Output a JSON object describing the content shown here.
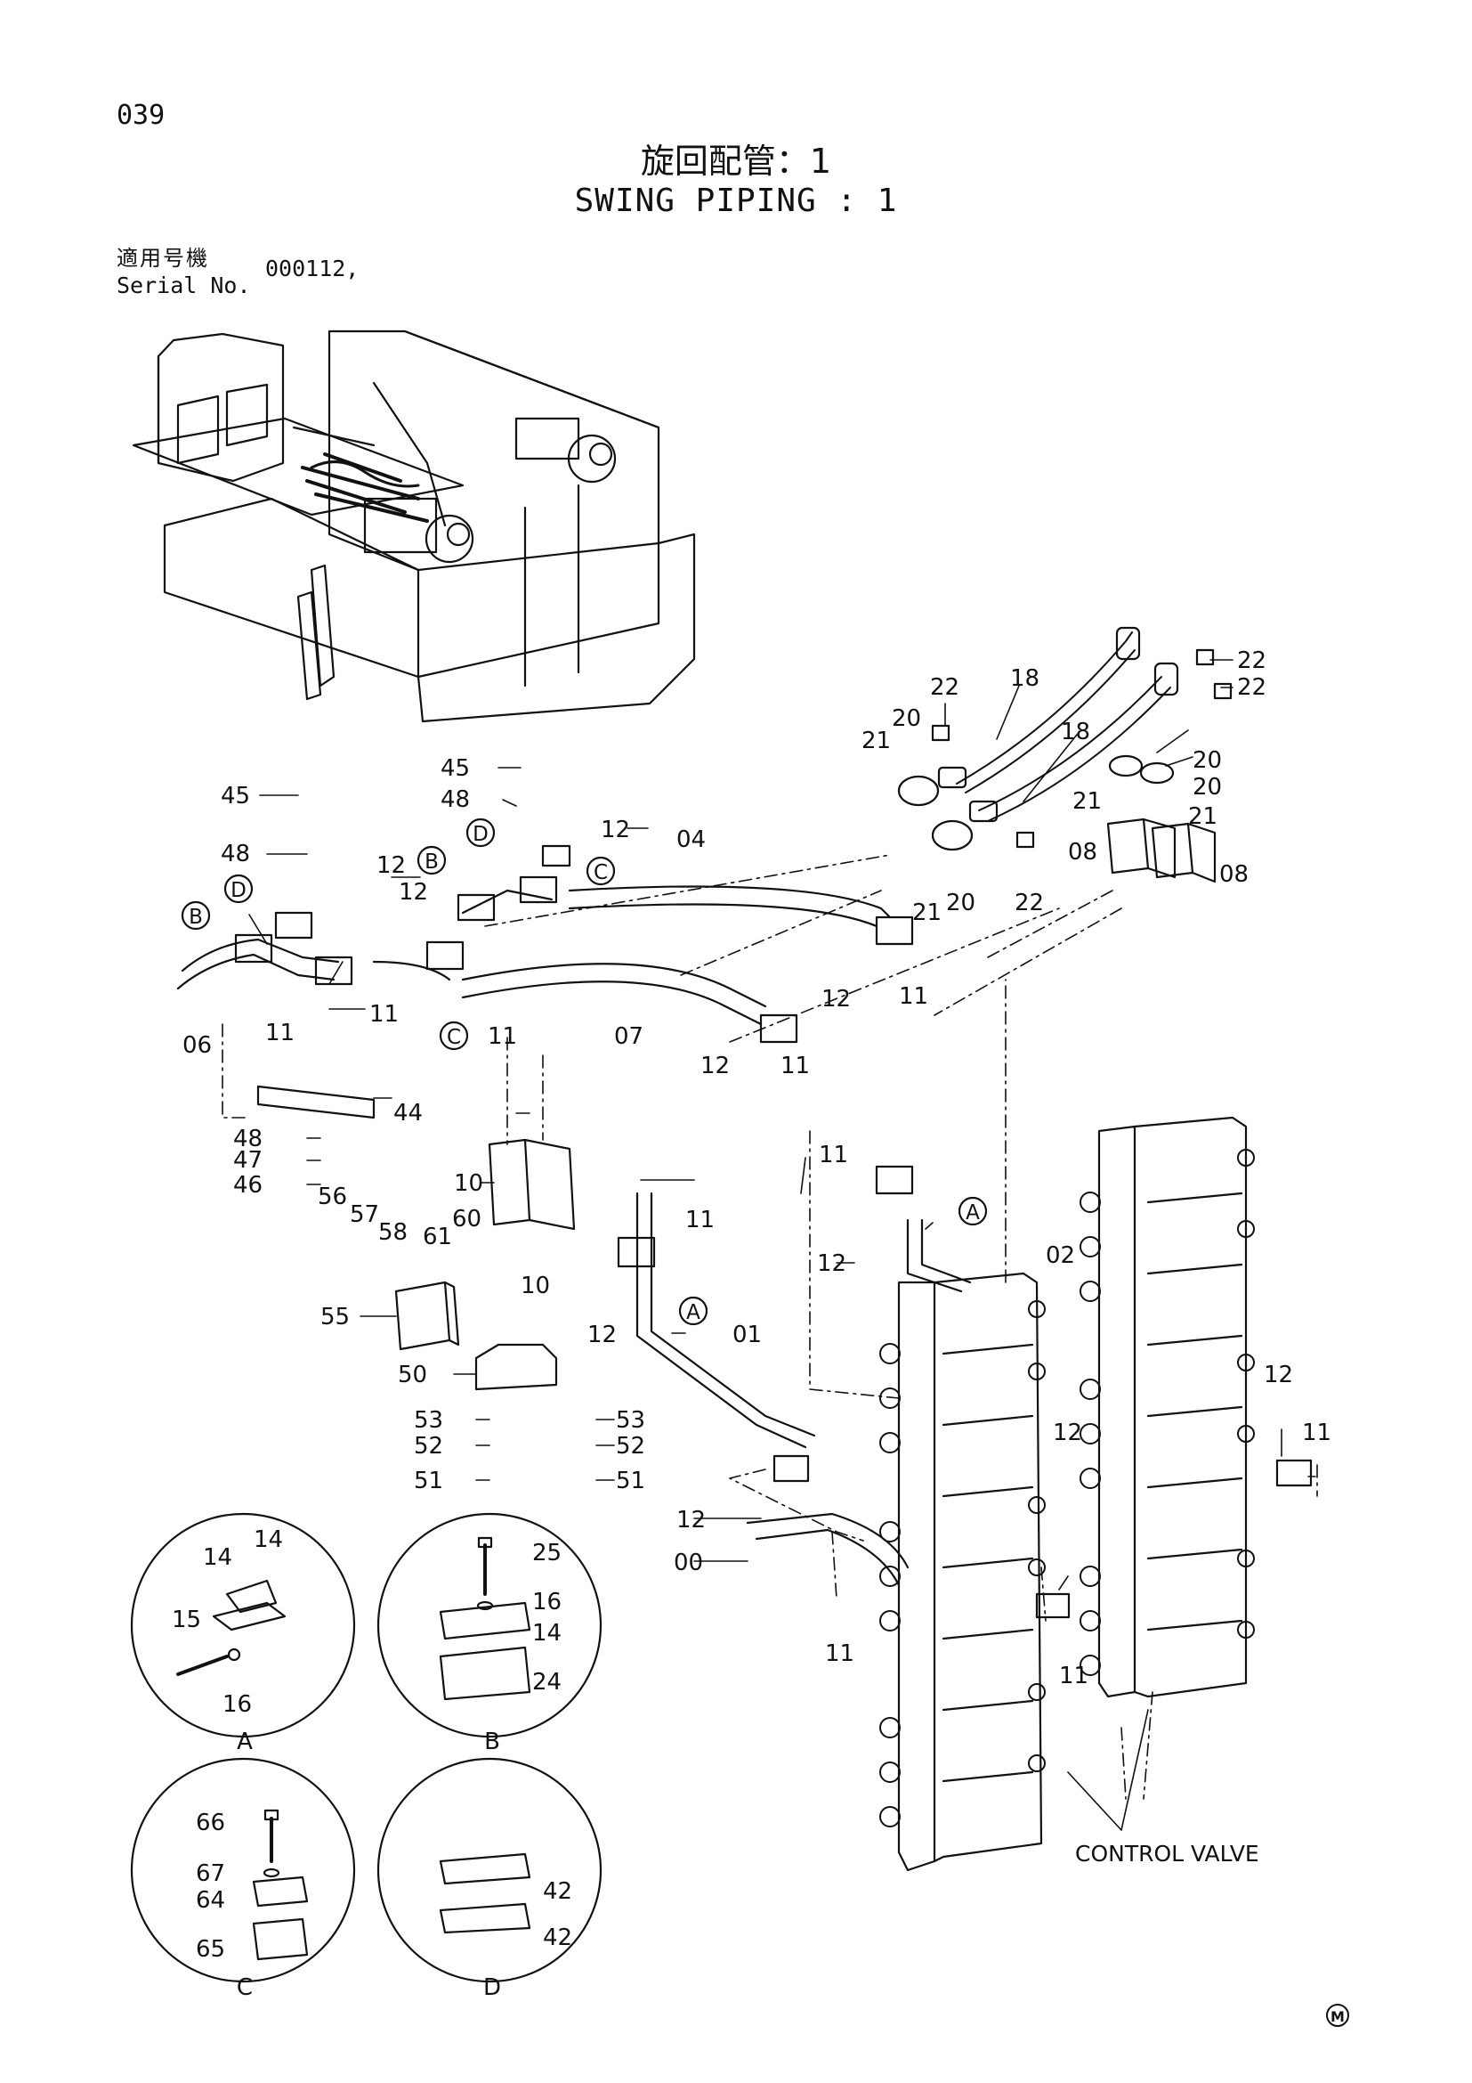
{
  "page_number": "039",
  "title_jp": "旋回配管：1",
  "title_en": "SWING PIPING : 1",
  "serial_label_jp": "適用号機",
  "serial_label_en": "Serial No.",
  "serial_value": "000112,",
  "control_valve_label": "CONTROL VALVE",
  "mark": "M",
  "callouts": [
    "A",
    "B",
    "C",
    "D"
  ],
  "part_labels": {
    "p22a": "22",
    "p22b": "22",
    "p22c": "22",
    "p22d": "22",
    "p18a": "18",
    "p18b": "18",
    "p20a": "20",
    "p20b": "20",
    "p20c": "20",
    "p20d": "20",
    "p21a": "21",
    "p21b": "21",
    "p21c": "21",
    "p21d": "21",
    "p08a": "08",
    "p08b": "08",
    "p45a": "45",
    "p45b": "45",
    "p48a": "48",
    "p48b": "48",
    "p48c": "48",
    "p12a": "12",
    "p12b": "12",
    "p12c": "12",
    "p12d": "12",
    "p12e": "12",
    "p12f": "12",
    "p12g": "12",
    "p12h": "12",
    "p12i": "12",
    "p12j": "12",
    "p04": "04",
    "p06": "06",
    "p07": "07",
    "p11a": "11",
    "p11b": "11",
    "p11c": "11",
    "p11d": "11",
    "p11e": "11",
    "p11f": "11",
    "p11g": "11",
    "p11h": "11",
    "p11i": "11",
    "p11j": "11",
    "p44": "44",
    "p47": "47",
    "p46": "46",
    "p56": "56",
    "p57": "57",
    "p58": "58",
    "p61": "61",
    "p60": "60",
    "p10a": "10",
    "p10b": "10",
    "p55": "55",
    "p50": "50",
    "p53a": "53",
    "p53b": "53",
    "p52a": "52",
    "p52b": "52",
    "p51a": "51",
    "p51b": "51",
    "p02": "02",
    "p01": "01",
    "p00": "00",
    "p14a": "14",
    "p14b": "14",
    "p14c": "14",
    "p15": "15",
    "p16a": "16",
    "p16b": "16",
    "p25": "25",
    "p24": "24",
    "p66": "66",
    "p67": "67",
    "p64": "64",
    "p65": "65",
    "p42a": "42",
    "p42b": "42"
  },
  "detail_labels": {
    "A": "A",
    "B": "B",
    "C": "C",
    "D": "D"
  }
}
